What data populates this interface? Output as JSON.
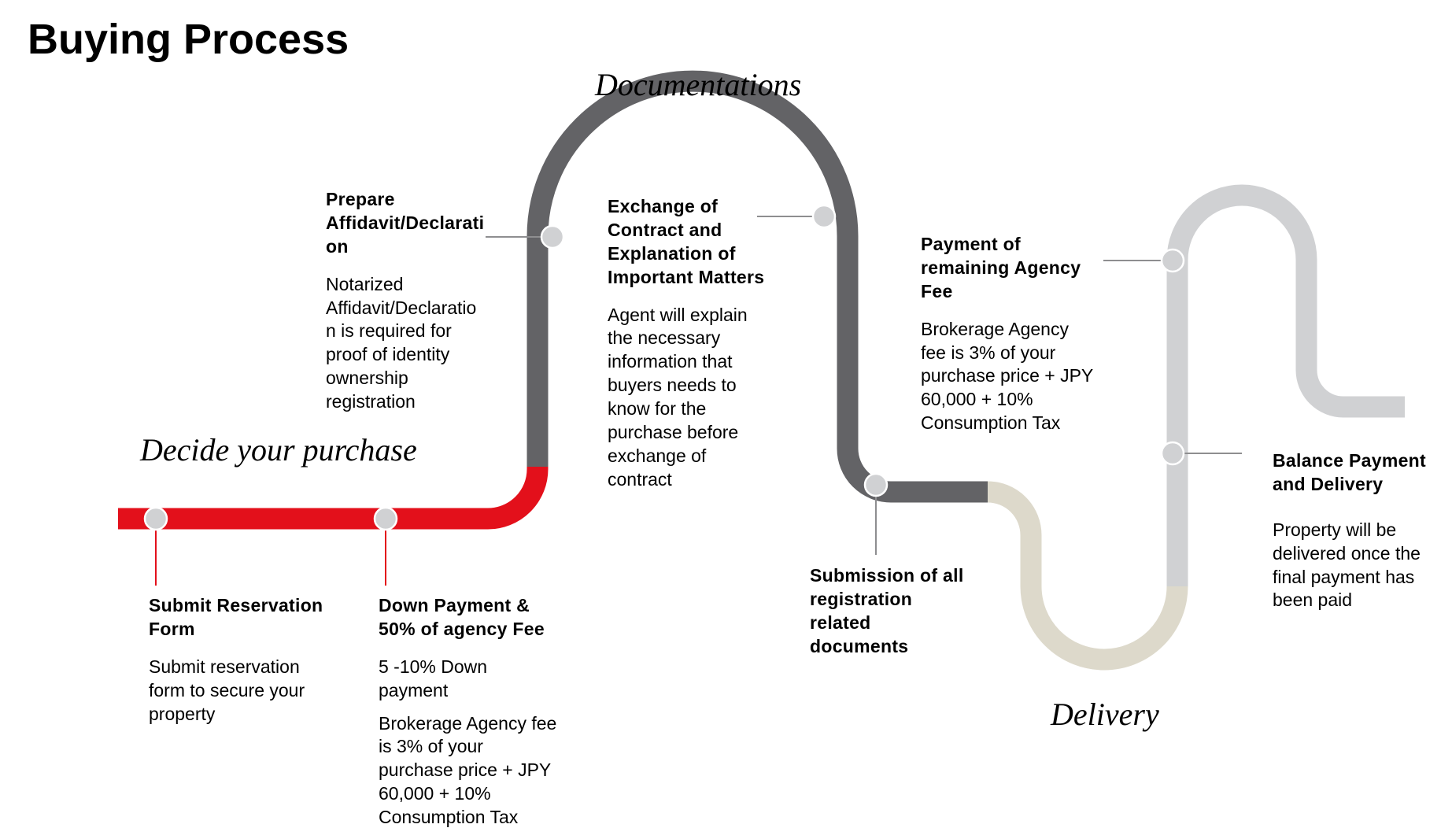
{
  "page_title": "Buying Process",
  "phases": {
    "decide": "Decide your purchase",
    "documentations": "Documentations",
    "delivery": "Delivery"
  },
  "colors": {
    "red": "#E3101B",
    "dark_gray": "#636366",
    "beige": "#DDD9CB",
    "light_gray": "#D0D1D3",
    "connector_gray": "#8E8E90",
    "text": "#000000"
  },
  "steps": {
    "submit_reservation": {
      "title": "Submit Reservation\nForm",
      "desc": "Submit reservation\nform to secure your\nproperty"
    },
    "down_payment": {
      "title": "Down Payment &\n50% of agency Fee",
      "desc": "5 -10% Down\npayment",
      "desc2": "Brokerage Agency fee\nis 3% of your\npurchase price + JPY\n60,000 + 10%\nConsumption Tax"
    },
    "affidavit": {
      "title": "Prepare\nAffidavit/Declarati\non",
      "desc": "Notarized\nAffidavit/Declaratio\nn is required for\nproof of  identity\nownership\nregistration"
    },
    "exchange_contract": {
      "title": "Exchange of\nContract and\nExplanation of\nImportant Matters",
      "desc": "Agent will explain\nthe necessary\ninformation that\nbuyers needs to\nknow for the\npurchase before\nexchange of\ncontract"
    },
    "submission_documents": {
      "title": "Submission of all\nregistration\nrelated\ndocuments"
    },
    "remaining_fee": {
      "title": "Payment of\nremaining Agency\nFee",
      "desc": "Brokerage Agency\nfee is 3% of your\npurchase price + JPY\n60,000 + 10%\nConsumption Tax"
    },
    "balance_delivery": {
      "title": "Balance Payment\nand Delivery",
      "desc": "Property will be\ndelivered once the\nfinal payment has\nbeen paid"
    }
  }
}
